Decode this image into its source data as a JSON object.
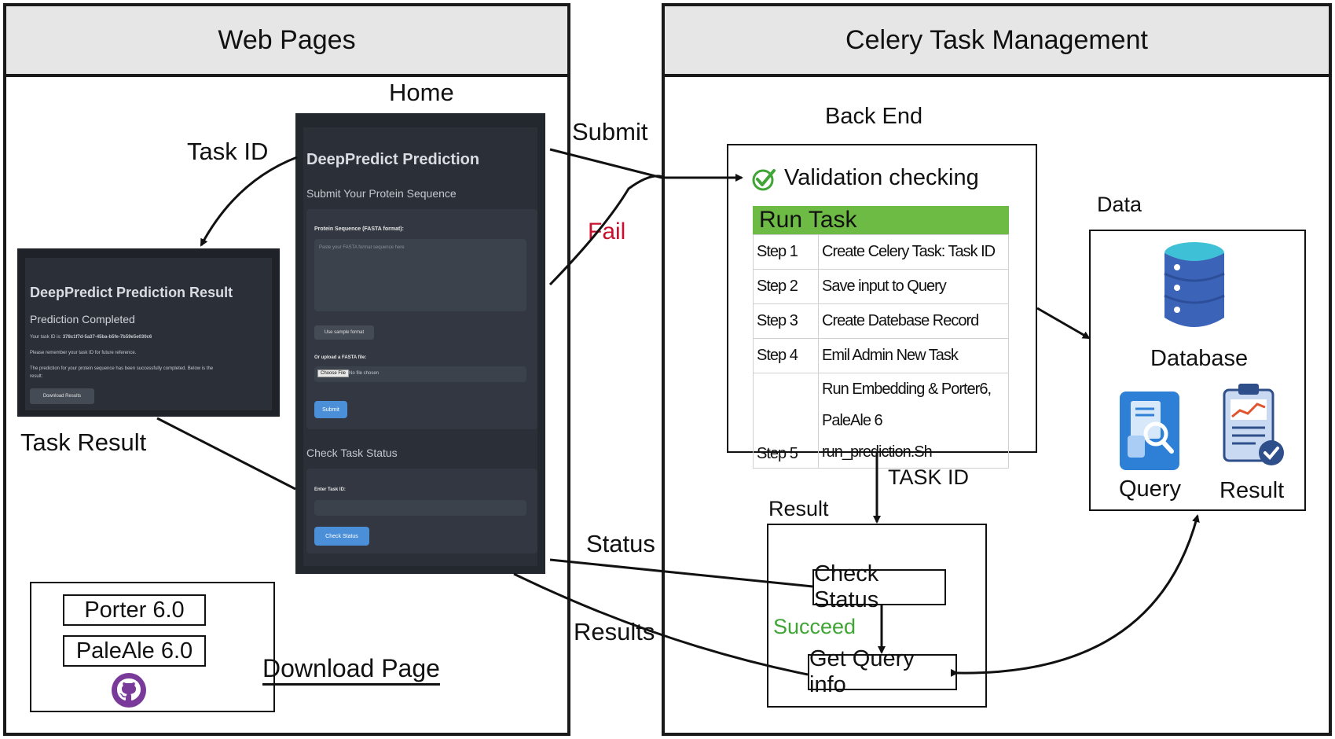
{
  "panels": {
    "left_title": "Web Pages",
    "right_title": "Celery Task Management"
  },
  "left": {
    "home_label": "Home",
    "task_id_label": "Task ID",
    "task_result_label": "Task Result",
    "download_page_label": "Download Page",
    "porter": "Porter 6.0",
    "paleale": "PaleAle 6.0",
    "github_icon": "github-icon"
  },
  "home_screen": {
    "title": "DeepPredict Prediction",
    "subtitle": "Submit Your Protein Sequence",
    "seq_label": "Protein Sequence (FASTA format):",
    "seq_placeholder": "Paste your FASTA format sequence here",
    "sample_btn": "Use sample format",
    "upload_label": "Or upload a FASTA file:",
    "choose_file": "Choose File",
    "no_file": "No file chosen",
    "submit_btn": "Submit",
    "check_title": "Check Task Status",
    "task_id_label": "Enter Task ID:",
    "check_btn": "Check Status"
  },
  "result_screen": {
    "title": "DeepPredict Prediction Result",
    "completed": "Prediction Completed",
    "task_id_line_prefix": "Your task ID is:",
    "task_id_value": "378c1f7d-5a37-45ba-b5fe-7b59e5e030c6",
    "remember": "Please remember your task ID for future reference.",
    "success_text_1": "The prediction for your protein sequence has been successfully completed. Below is the",
    "success_text_2": "result:",
    "download_btn": "Download Results"
  },
  "flow": {
    "submit": "Submit",
    "fail": "Fail",
    "status": "Status",
    "results": "Results",
    "task_id_caps": "TASK ID",
    "succeed": "Succeed"
  },
  "backend": {
    "label": "Back End",
    "validation": "Validation checking",
    "run_task": "Run Task",
    "steps": [
      {
        "step": "Step 1",
        "desc": "Create Celery Task: Task ID"
      },
      {
        "step": "Step 2",
        "desc": "Save input to Query"
      },
      {
        "step": "Step 3",
        "desc": "Create Datebase Record"
      },
      {
        "step": "Step 4",
        "desc": "Emil Admin New Task"
      },
      {
        "step": "Step 5",
        "desc_1": "Run Embedding & Porter6, PaleAle 6",
        "desc_2": "run_prediction.Sh"
      }
    ]
  },
  "result_box": {
    "label": "Result",
    "check_status": "Check Status",
    "get_query": "Get Query info"
  },
  "data_box": {
    "label": "Data",
    "database": "Database",
    "query": "Query",
    "result": "Result"
  },
  "colors": {
    "fail": "#c8102e",
    "succeed": "#3fa535",
    "run_task_bg": "#6dbb45",
    "dark_ui": "#2b2f37",
    "accent_button": "#4a8fd8"
  }
}
